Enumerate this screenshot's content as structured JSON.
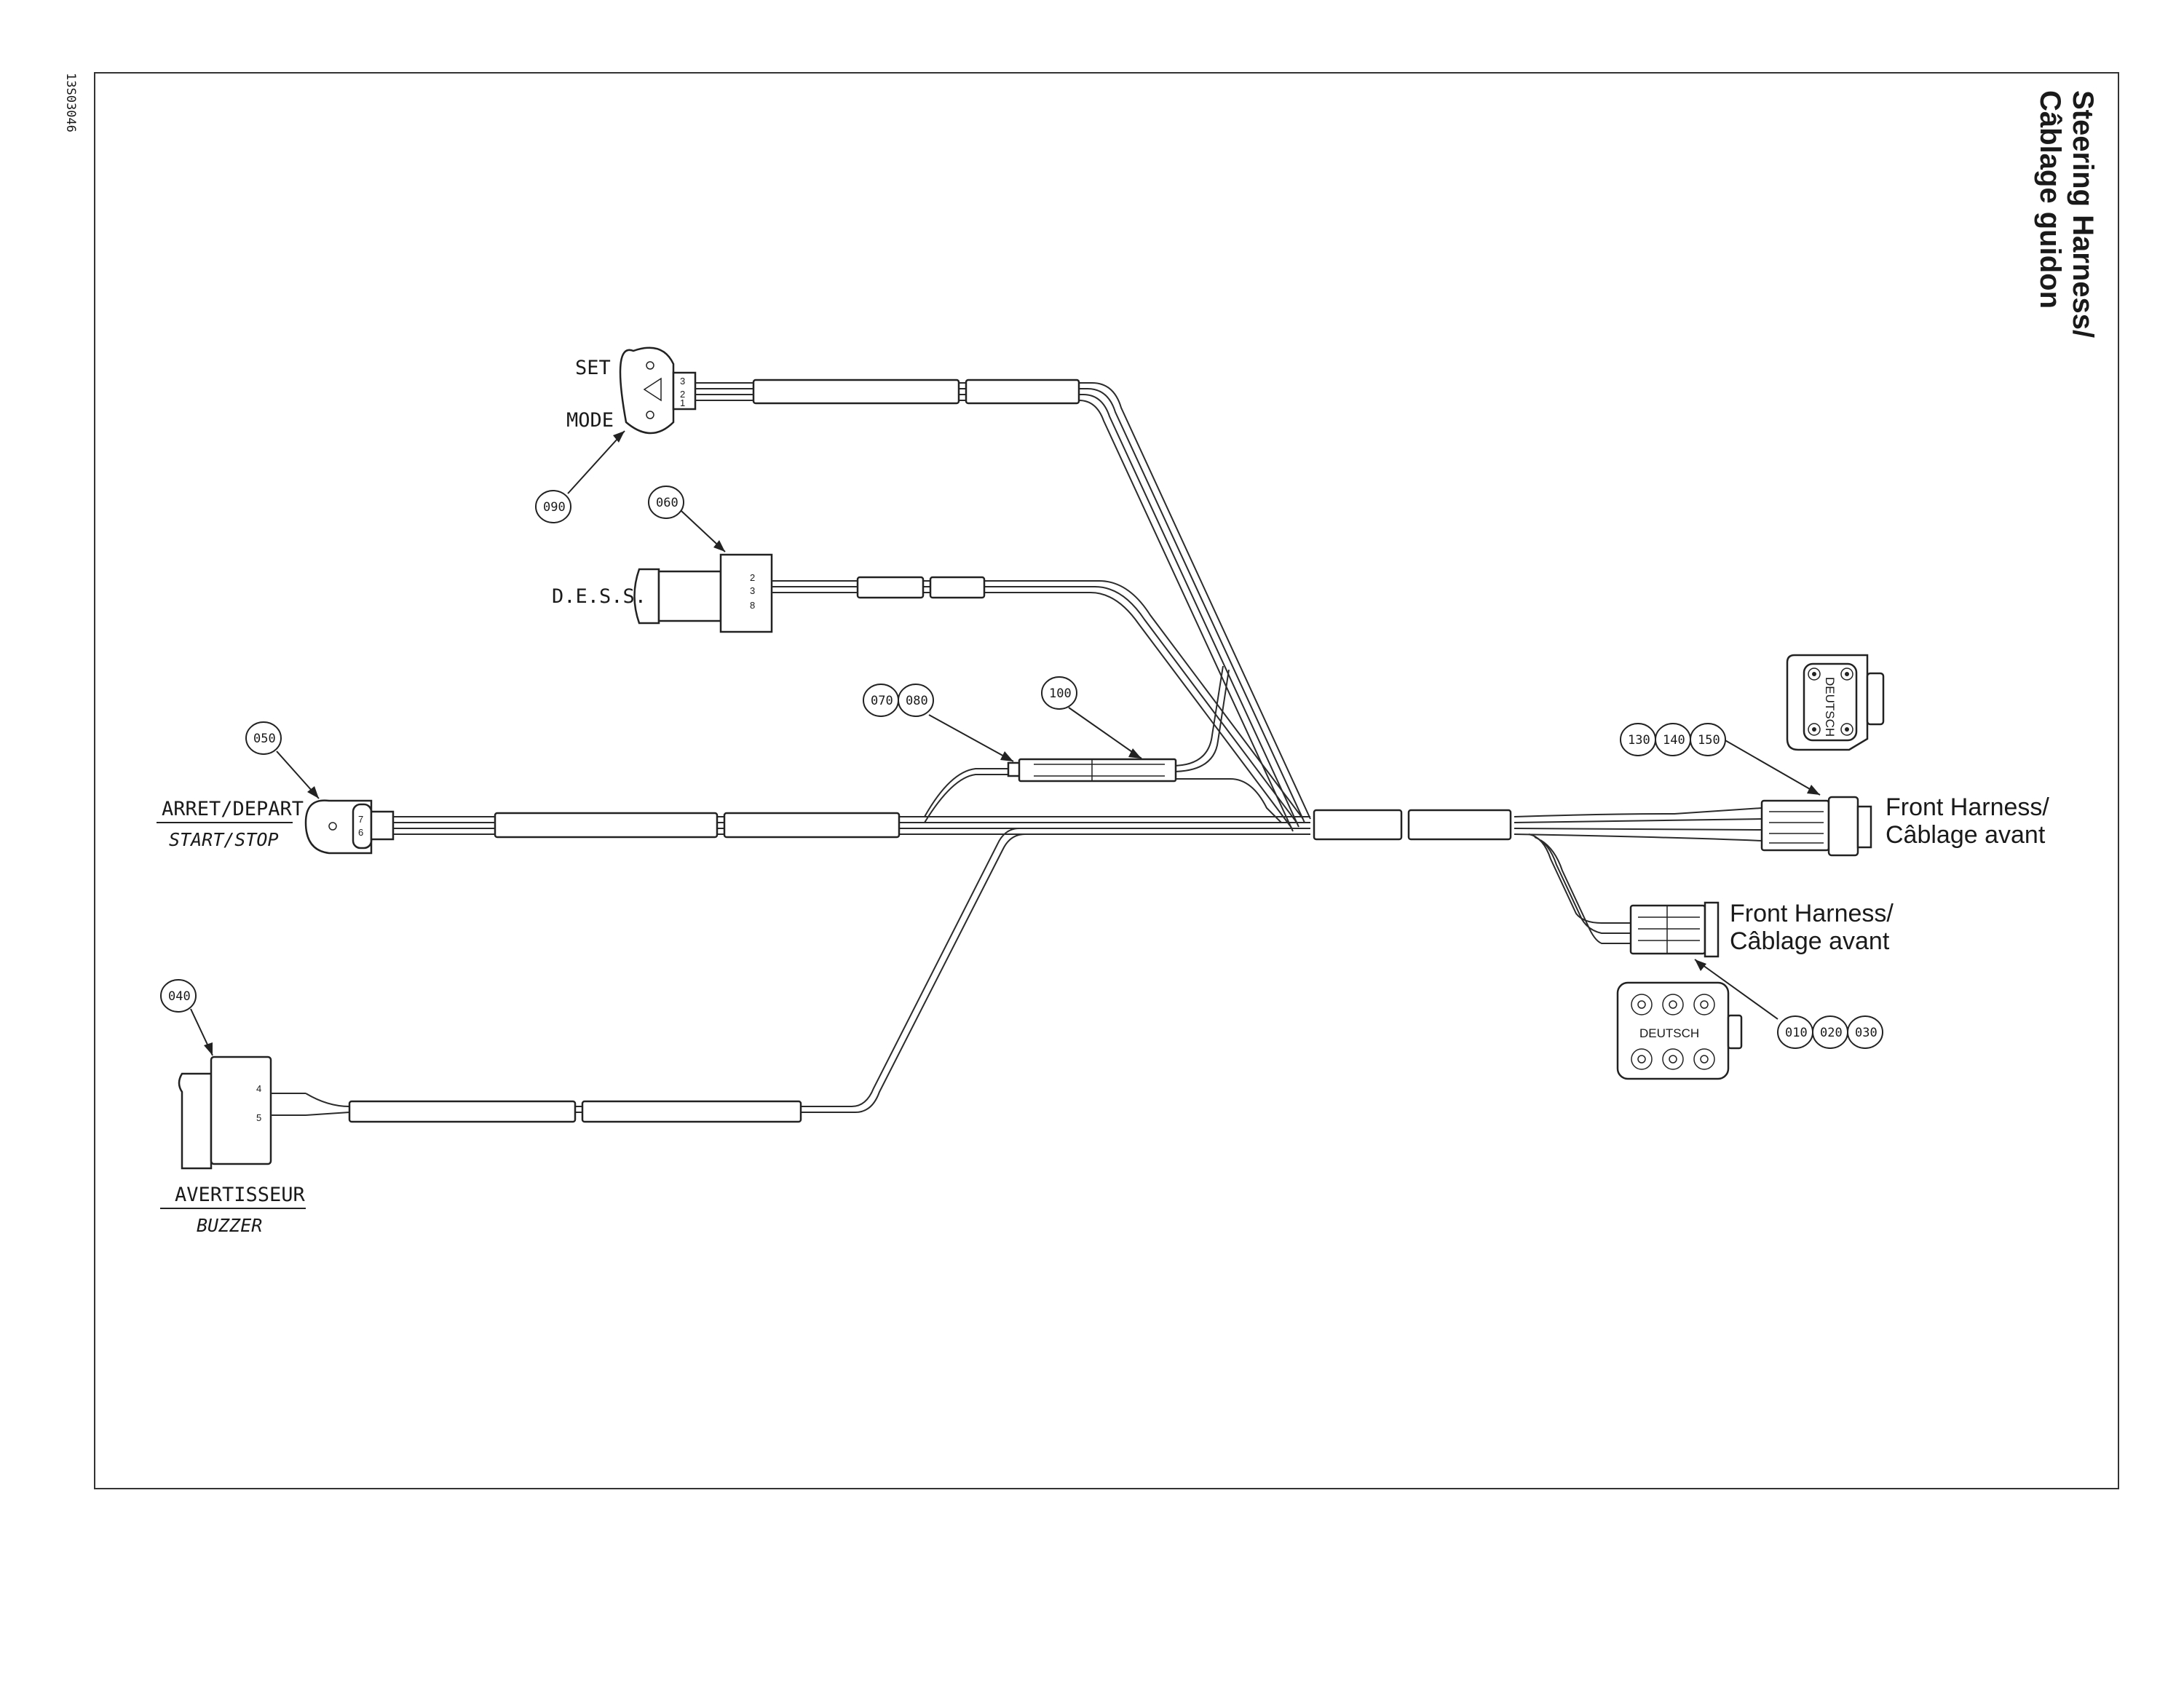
{
  "document": {
    "code": "13S03046",
    "title_line1": "Steering Harness/",
    "title_line2": "Câblage guidon"
  },
  "components": {
    "switch_set_mode": {
      "label_set": "SET",
      "label_mode": "MODE",
      "ref": "090"
    },
    "dess": {
      "label": "D.E.S.S.",
      "ref": "060",
      "pins": [
        "2",
        "3",
        "8"
      ]
    },
    "start_stop": {
      "label_fr": "ARRET/DEPART",
      "label_en": "START/STOP",
      "ref": "050",
      "pins": [
        "7",
        "6"
      ]
    },
    "buzzer": {
      "label_fr": "AVERTISSEUR",
      "label_en": "BUZZER",
      "ref": "040",
      "pins": [
        "4",
        "5"
      ]
    },
    "inline_splice": {
      "refs": [
        "070",
        "080",
        "100"
      ]
    },
    "front_harness_upper": {
      "label_line1": "Front Harness/",
      "label_line2": "Câblage avant",
      "refs": [
        "130",
        "140",
        "150"
      ],
      "connector_brand": "DEUTSCH"
    },
    "front_harness_lower": {
      "label_line1": "Front Harness/",
      "label_line2": "Câblage avant",
      "refs": [
        "010",
        "020",
        "030"
      ],
      "connector_brand": "DEUTSCH"
    }
  }
}
